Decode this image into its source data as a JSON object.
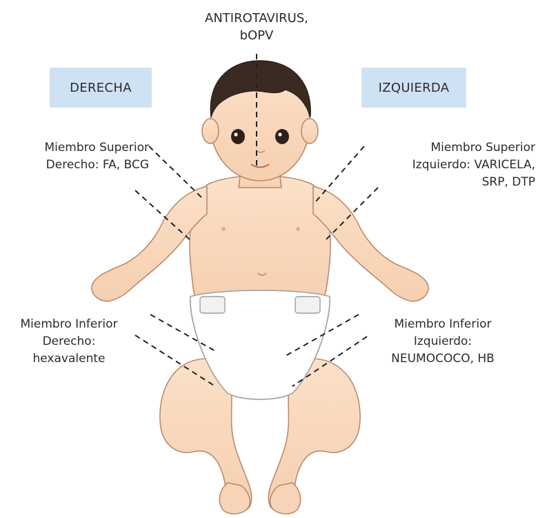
{
  "top_label": "ANTIROTAVIRUS,\nbOPV",
  "side_left": "DERECHA",
  "side_right": "IZQUIERDA",
  "labels": {
    "upper_right_limb": "Miembro Superior\nDerecho: FA, BCG",
    "upper_left_limb": "Miembro Superior\nIzquierdo: VARICELA,\nSRP, DTP",
    "lower_right_limb": "Miembro Inferior\nDerecho:\nhexavalente",
    "lower_left_limb": "Miembro Inferior\nIzquierdo:\nNEUMOCOCO, HB"
  },
  "colors": {
    "side_box": "#cfe2f3",
    "skin": "#f9d9bf",
    "hair": "#3b2a22",
    "diaper": "#ffffff",
    "leader": "#222222"
  }
}
